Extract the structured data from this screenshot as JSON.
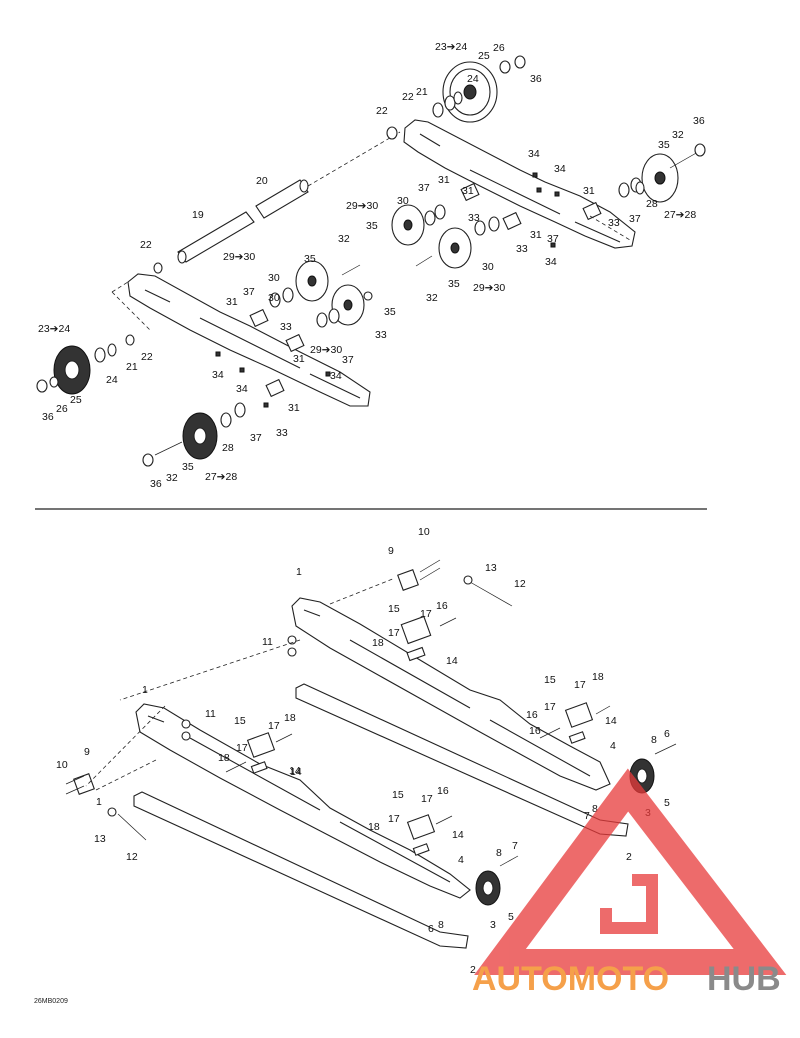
{
  "figure_code": "26MB0209",
  "watermark": {
    "brand_orange": "AUTOMOTO",
    "brand_gray": "HUB",
    "colors": {
      "orange": "#f5a04a",
      "gray": "#8a8a8a",
      "red": "#e83a3a"
    }
  },
  "upper_labels": [
    {
      "id": "u1",
      "text": "23➔24"
    },
    {
      "id": "u2",
      "text": "25"
    },
    {
      "id": "u3",
      "text": "26"
    },
    {
      "id": "u4",
      "text": "36"
    },
    {
      "id": "u5",
      "text": "24"
    },
    {
      "id": "u6",
      "text": "22"
    },
    {
      "id": "u7",
      "text": "21"
    },
    {
      "id": "u8",
      "text": "22"
    },
    {
      "id": "u9",
      "text": "36"
    },
    {
      "id": "u10",
      "text": "32"
    },
    {
      "id": "u11",
      "text": "35"
    },
    {
      "id": "u12",
      "text": "34"
    },
    {
      "id": "u13",
      "text": "34"
    },
    {
      "id": "u14",
      "text": "20"
    },
    {
      "id": "u15",
      "text": "31"
    },
    {
      "id": "u16",
      "text": "37"
    },
    {
      "id": "u17",
      "text": "31"
    },
    {
      "id": "u18",
      "text": "31"
    },
    {
      "id": "u19",
      "text": "19"
    },
    {
      "id": "u20",
      "text": "29➔30"
    },
    {
      "id": "u21",
      "text": "30"
    },
    {
      "id": "u22",
      "text": "33"
    },
    {
      "id": "u23",
      "text": "28"
    },
    {
      "id": "u24",
      "text": "37"
    },
    {
      "id": "u25",
      "text": "35"
    },
    {
      "id": "u26",
      "text": "33"
    },
    {
      "id": "u27",
      "text": "31"
    },
    {
      "id": "u28",
      "text": "27➔28"
    },
    {
      "id": "u29",
      "text": "22"
    },
    {
      "id": "u30",
      "text": "32"
    },
    {
      "id": "u31",
      "text": "37"
    },
    {
      "id": "u32",
      "text": "34"
    },
    {
      "id": "u33",
      "text": "29➔30"
    },
    {
      "id": "u34",
      "text": "35"
    },
    {
      "id": "u35",
      "text": "30"
    },
    {
      "id": "u36",
      "text": "33"
    },
    {
      "id": "u37",
      "text": "30"
    },
    {
      "id": "u38",
      "text": "35"
    },
    {
      "id": "u39",
      "text": "29➔30"
    },
    {
      "id": "u40",
      "text": "32"
    },
    {
      "id": "u41",
      "text": "37"
    },
    {
      "id": "u42",
      "text": "31"
    },
    {
      "id": "u43",
      "text": "30"
    },
    {
      "id": "u44",
      "text": "35"
    },
    {
      "id": "u45",
      "text": "33"
    },
    {
      "id": "u46",
      "text": "23➔24"
    },
    {
      "id": "u47",
      "text": "22"
    },
    {
      "id": "u48",
      "text": "33"
    },
    {
      "id": "u49",
      "text": "29➔30"
    },
    {
      "id": "u50",
      "text": "21"
    },
    {
      "id": "u51",
      "text": "37"
    },
    {
      "id": "u52",
      "text": "24"
    },
    {
      "id": "u53",
      "text": "31"
    },
    {
      "id": "u54",
      "text": "34"
    },
    {
      "id": "u55",
      "text": "34"
    },
    {
      "id": "u56",
      "text": "34"
    },
    {
      "id": "u57",
      "text": "25"
    },
    {
      "id": "u58",
      "text": "26"
    },
    {
      "id": "u59",
      "text": "36"
    },
    {
      "id": "u60",
      "text": "31"
    },
    {
      "id": "u61",
      "text": "33"
    },
    {
      "id": "u62",
      "text": "28"
    },
    {
      "id": "u63",
      "text": "37"
    },
    {
      "id": "u64",
      "text": "35"
    },
    {
      "id": "u65",
      "text": "36"
    },
    {
      "id": "u66",
      "text": "32"
    },
    {
      "id": "u67",
      "text": "27➔28"
    }
  ],
  "lower_labels": [
    {
      "id": "l1",
      "text": "10"
    },
    {
      "id": "l2",
      "text": "9"
    },
    {
      "id": "l3",
      "text": "1"
    },
    {
      "id": "l4",
      "text": "13"
    },
    {
      "id": "l5",
      "text": "12"
    },
    {
      "id": "l6",
      "text": "15"
    },
    {
      "id": "l7",
      "text": "17"
    },
    {
      "id": "l8",
      "text": "16"
    },
    {
      "id": "l9",
      "text": "11"
    },
    {
      "id": "l10",
      "text": "18"
    },
    {
      "id": "l11",
      "text": "17"
    },
    {
      "id": "l12",
      "text": "14"
    },
    {
      "id": "l13",
      "text": "15"
    },
    {
      "id": "l14",
      "text": "17"
    },
    {
      "id": "l15",
      "text": "18"
    },
    {
      "id": "l16",
      "text": "1"
    },
    {
      "id": "l17",
      "text": "11"
    },
    {
      "id": "l18",
      "text": "16"
    },
    {
      "id": "l19",
      "text": "17"
    },
    {
      "id": "l20",
      "text": "14"
    },
    {
      "id": "l21",
      "text": "15"
    },
    {
      "id": "l22",
      "text": "17"
    },
    {
      "id": "l23",
      "text": "18"
    },
    {
      "id": "l24",
      "text": "4"
    },
    {
      "id": "l25",
      "text": "8"
    },
    {
      "id": "l26",
      "text": "6"
    },
    {
      "id": "l27",
      "text": "18"
    },
    {
      "id": "l28",
      "text": "16"
    },
    {
      "id": "l29",
      "text": "17"
    },
    {
      "id": "l30",
      "text": "14"
    },
    {
      "id": "l31",
      "text": "7"
    },
    {
      "id": "l32",
      "text": "3"
    },
    {
      "id": "l33",
      "text": "5"
    },
    {
      "id": "l34",
      "text": "8"
    },
    {
      "id": "l35",
      "text": "10"
    },
    {
      "id": "l36",
      "text": "9"
    },
    {
      "id": "l37",
      "text": "14"
    },
    {
      "id": "l38",
      "text": "1"
    },
    {
      "id": "l39",
      "text": "15"
    },
    {
      "id": "l40",
      "text": "17"
    },
    {
      "id": "l41",
      "text": "16"
    },
    {
      "id": "l42",
      "text": "2"
    },
    {
      "id": "l43",
      "text": "13"
    },
    {
      "id": "l44",
      "text": "18"
    },
    {
      "id": "l45",
      "text": "17"
    },
    {
      "id": "l46",
      "text": "14"
    },
    {
      "id": "l47",
      "text": "12"
    },
    {
      "id": "l48",
      "text": "4"
    },
    {
      "id": "l49",
      "text": "8"
    },
    {
      "id": "l50",
      "text": "7"
    },
    {
      "id": "l51",
      "text": "5"
    },
    {
      "id": "l52",
      "text": "3"
    },
    {
      "id": "l53",
      "text": "6"
    },
    {
      "id": "l54",
      "text": "8"
    },
    {
      "id": "l55",
      "text": "2"
    }
  ]
}
